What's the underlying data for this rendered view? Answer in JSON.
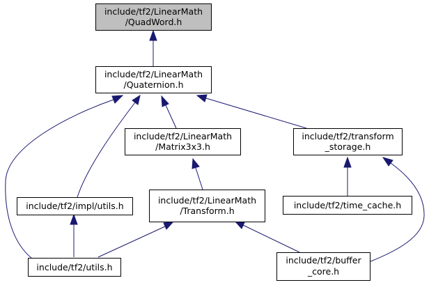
{
  "colors": {
    "edge": "#191970",
    "node_border": "#000000",
    "node_fill": "#ffffff",
    "highlight_fill": "#bfbfbf"
  },
  "nodes": {
    "quadword": {
      "lines": [
        "include/tf2/LinearMath",
        "/QuadWord.h"
      ]
    },
    "quaternion": {
      "lines": [
        "include/tf2/LinearMath",
        "/Quaternion.h"
      ]
    },
    "matrix3x3": {
      "lines": [
        "include/tf2/LinearMath",
        "/Matrix3x3.h"
      ]
    },
    "transform_storage": {
      "lines": [
        "include/tf2/transform",
        "_storage.h"
      ]
    },
    "impl_utils": {
      "lines": [
        "include/tf2/impl/utils.h"
      ]
    },
    "transform": {
      "lines": [
        "include/tf2/LinearMath",
        "/Transform.h"
      ]
    },
    "time_cache": {
      "lines": [
        "include/tf2/time_cache.h"
      ]
    },
    "utils": {
      "lines": [
        "include/tf2/utils.h"
      ]
    },
    "buffer_core": {
      "lines": [
        "include/tf2/buffer",
        "_core.h"
      ]
    }
  },
  "edges": [
    {
      "from": "quaternion",
      "to": "quadword"
    },
    {
      "from": "matrix3x3",
      "to": "quaternion"
    },
    {
      "from": "transform_storage",
      "to": "quaternion"
    },
    {
      "from": "impl_utils",
      "to": "quaternion"
    },
    {
      "from": "utils",
      "to": "quaternion"
    },
    {
      "from": "transform",
      "to": "matrix3x3"
    },
    {
      "from": "time_cache",
      "to": "transform_storage"
    },
    {
      "from": "buffer_core",
      "to": "transform_storage"
    },
    {
      "from": "utils",
      "to": "impl_utils"
    },
    {
      "from": "utils",
      "to": "transform"
    },
    {
      "from": "buffer_core",
      "to": "transform"
    }
  ]
}
